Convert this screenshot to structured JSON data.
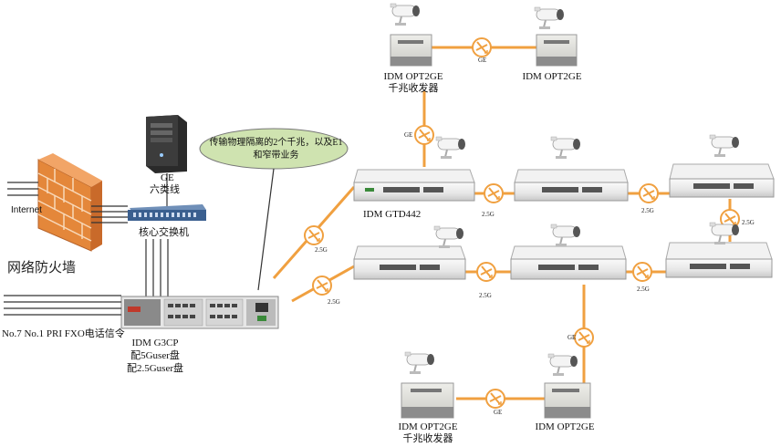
{
  "firewall": {
    "label": "网络防火墙",
    "internet_label": "Internet"
  },
  "server": {
    "label_line1": "GE",
    "label_line2": "六类线"
  },
  "core_switch": {
    "label": "核心交换机"
  },
  "callout": {
    "text": "传输物理隔离的2个千兆，以及E1和窄带业务"
  },
  "signals": {
    "label": "No.7 No.1 PRI FXO电话信令"
  },
  "g3cp": {
    "line1": "IDM G3CP",
    "line2": "配5Guser盘",
    "line3": "配2.5Guser盘"
  },
  "top_left_transceiver": {
    "line1": "IDM OPT2GE",
    "line2": "千兆收发器"
  },
  "top_right_transceiver": {
    "line1": "IDM OPT2GE"
  },
  "bottom_left_transceiver": {
    "line1": "IDM OPT2GE",
    "line2": "千兆收发器"
  },
  "bottom_right_transceiver": {
    "line1": "IDM OPT2GE"
  },
  "gtd442": {
    "label": "IDM GTD442"
  },
  "link_labels": {
    "ge_top": "GE",
    "ge_vertical_top": "GE",
    "ge_vertical_bottom": "GE",
    "ge_bottom": "GE",
    "upper_ring_left": "2.5G",
    "upper_ring_mid1": "2.5G",
    "upper_ring_mid2": "2.5G",
    "right_vertical": "2.5G",
    "lower_ring_left": "2.5G",
    "lower_ring_mid1": "2.5G",
    "lower_ring_mid2": "2.5G"
  },
  "colors": {
    "link": "#f0a040",
    "brick": "#e4873a",
    "switch": "#3a5f8f",
    "ellipse": "#cfe3b0"
  }
}
